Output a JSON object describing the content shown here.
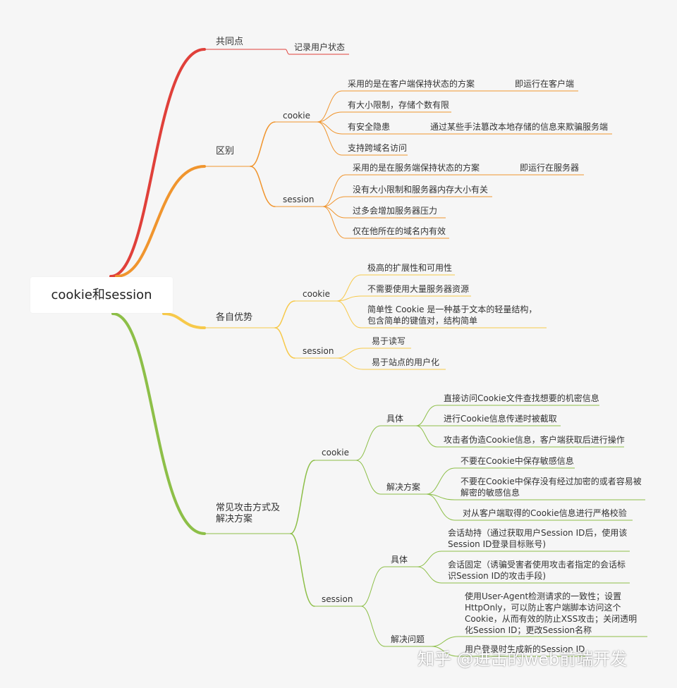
{
  "colors": {
    "red": "#e0403a",
    "orange": "#f0952e",
    "yellow": "#f7c94a",
    "green": "#8dbf48",
    "background": "#f6f6f6"
  },
  "root": "cookie和session",
  "common": {
    "label": "共同点",
    "point": "记录用户状态"
  },
  "diff": {
    "label": "区别",
    "cookie": {
      "label": "cookie",
      "items": [
        "采用的是在客户端保持状态的方案",
        "有大小限制，存储个数有限",
        "有安全隐患",
        "支持跨域名访问"
      ],
      "notes": [
        "即运行在客户端",
        "通过某些手法篡改本地存储的信息来欺骗服务端"
      ]
    },
    "session": {
      "label": "session",
      "items": [
        "采用的是在服务端保持状态的方案",
        "没有大小限制和服务器内存大小有关",
        "过多会增加服务器压力",
        "仅在他所在的域名内有效"
      ],
      "notes": [
        "即运行在服务器"
      ]
    }
  },
  "adv": {
    "label": "各自优势",
    "cookie": {
      "label": "cookie",
      "items": [
        "极高的扩展性和可用性",
        "不需要使用大量服务器资源",
        "简单性 Cookie 是一种基于文本的轻量结构，包含简单的键值对，结构简单"
      ]
    },
    "session": {
      "label": "session",
      "items": [
        "易于读写",
        "易于站点的用户化"
      ]
    }
  },
  "attack": {
    "label": "常见攻击方式及解决方案",
    "cookie": {
      "label": "cookie",
      "specific": {
        "label": "具体",
        "items": [
          "直接访问Cookie文件查找想要的机密信息",
          "进行Cookie信息传递时被截取",
          "攻击者伪造Cookie信息，客户端获取后进行操作"
        ]
      },
      "solution": {
        "label": "解决方案",
        "items": [
          "不要在Cookie中保存敏感信息",
          "不要在Cookie中保存没有经过加密的或者容易被解密的敏感信息",
          "对从客户端取得的Cookie信息进行严格校验"
        ]
      }
    },
    "session": {
      "label": "session",
      "specific": {
        "label": "具体",
        "items": [
          "会话劫持（通过获取用户Session ID后，使用该Session ID登录目标账号)",
          "会话固定（诱骗受害者使用攻击者指定的会话标识Session ID的攻击手段)"
        ]
      },
      "solution": {
        "label": "解决问题",
        "items": [
          "使用User-Agent检测请求的一致性；设置HttpOnly，可以防止客户端脚本访问这个Cookie，从而有效的防止XSS攻击；关闭透明化Session ID；更改Session名称",
          "用户登录时生成新的Session ID"
        ]
      }
    }
  },
  "watermark": "知乎 @进击的web前端开发"
}
